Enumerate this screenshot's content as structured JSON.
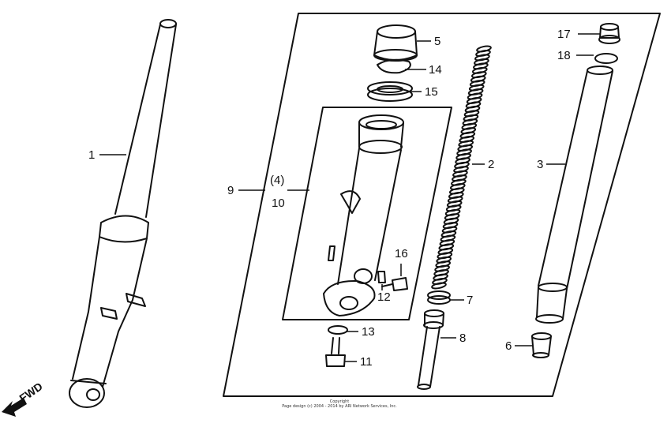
{
  "callouts": {
    "p1": "1",
    "p2": "2",
    "p3": "3",
    "p4": "(4)",
    "p5": "5",
    "p6": "6",
    "p7": "7",
    "p8": "8",
    "p9": "9",
    "p10": "10",
    "p11": "11",
    "p12": "12",
    "p13": "13",
    "p14": "14",
    "p15": "15",
    "p16": "16",
    "p17": "17",
    "p18": "18"
  },
  "direction": {
    "label": "FWD"
  },
  "copyright": {
    "line1": "Copyright",
    "line2": "Page design (c) 2004 - 2014 by ARI Network Services, Inc."
  }
}
